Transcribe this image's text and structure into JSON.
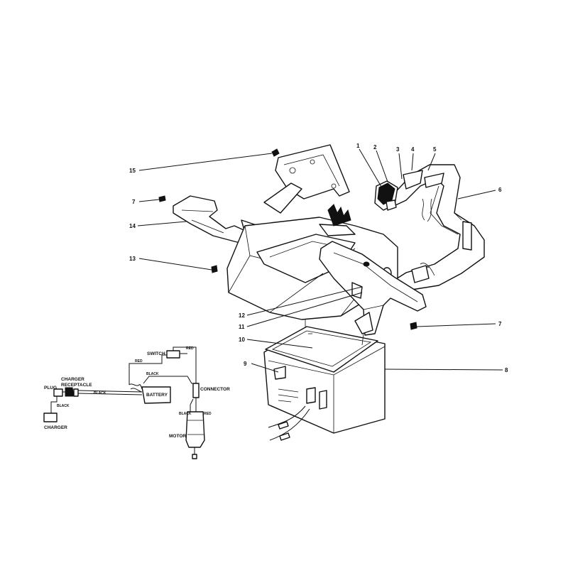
{
  "callouts": [
    "1",
    "2",
    "3",
    "4",
    "5",
    "6",
    "7",
    "7",
    "8",
    "9",
    "10",
    "11",
    "12",
    "13",
    "14",
    "15"
  ],
  "wiring": {
    "plug": "PLUG",
    "charger_receptacle_1": "CHARGER",
    "charger_receptacle_2": "RECEPTACLE",
    "black_1": "BLACK",
    "black_2": "BLACK",
    "black_3": "BLACK",
    "black_4": "BLACK",
    "red_1": "RED",
    "red_2": "RED",
    "red_3": "RED",
    "switch": "SWITCH",
    "battery": "BATTERY",
    "connector": "CONNECTOR",
    "motor": "MOTOR",
    "charger": "CHARGER"
  }
}
